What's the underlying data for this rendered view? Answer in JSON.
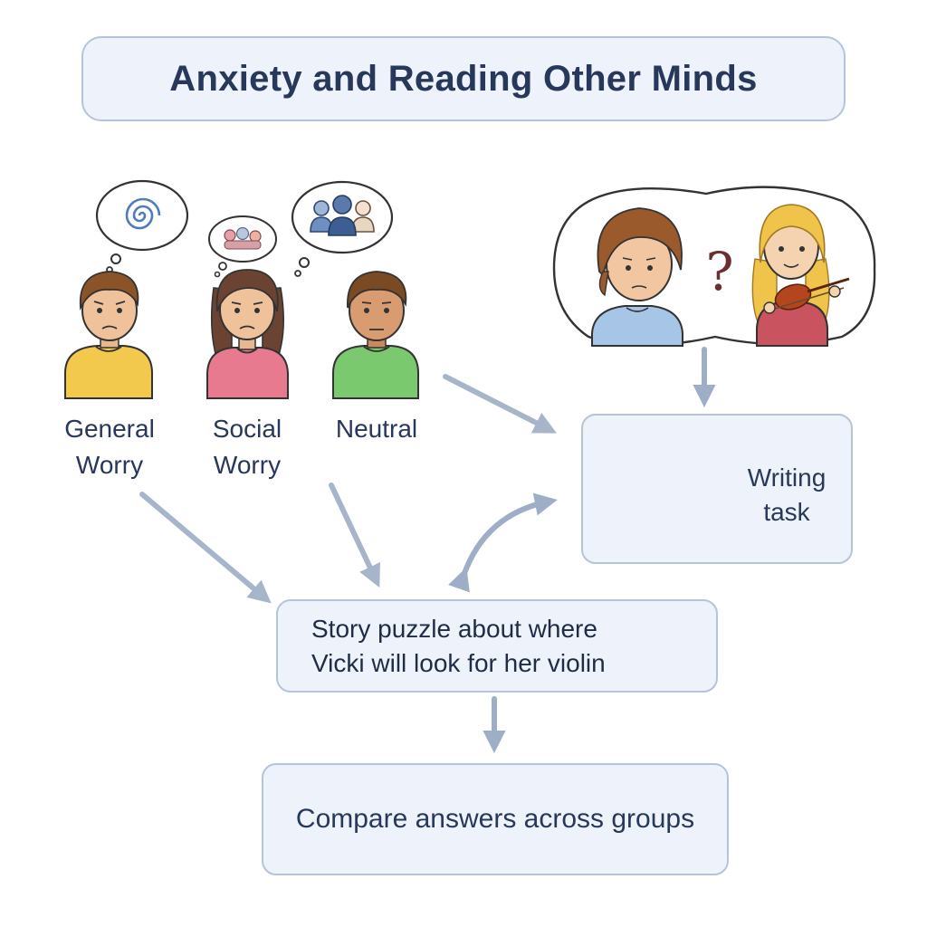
{
  "diagram": {
    "title": "Anxiety and Reading Other Minds",
    "groups": [
      {
        "label_line1": "General",
        "label_line2": "Worry",
        "shirt_color": "#f2c94c",
        "bubble_icon": "spiral-icon"
      },
      {
        "label_line1": "Social",
        "label_line2": "Worry",
        "shirt_color": "#e87a90",
        "bubble_icon": "crowd-faces-icon"
      },
      {
        "label_line1": "Neutral",
        "label_line2": "",
        "shirt_color": "#7bc96f",
        "bubble_icon": "people-group-icon"
      }
    ],
    "scene": {
      "question_mark": "?",
      "icons": [
        "thoughtful-child-icon",
        "girl-with-violin-icon"
      ]
    },
    "writing_task": {
      "label": "Writing task",
      "icon": "paper-and-pencil-icon"
    },
    "story_puzzle": {
      "text_line1": "Story puzzle about where",
      "text_line2": "Vicki will look for her violin"
    },
    "compare": {
      "text": "Compare answers across groups"
    },
    "colors": {
      "box_fill": "#eef3fb",
      "box_border": "#b4c4da",
      "text": "#27385a",
      "arrow": "#9eaec6"
    }
  }
}
